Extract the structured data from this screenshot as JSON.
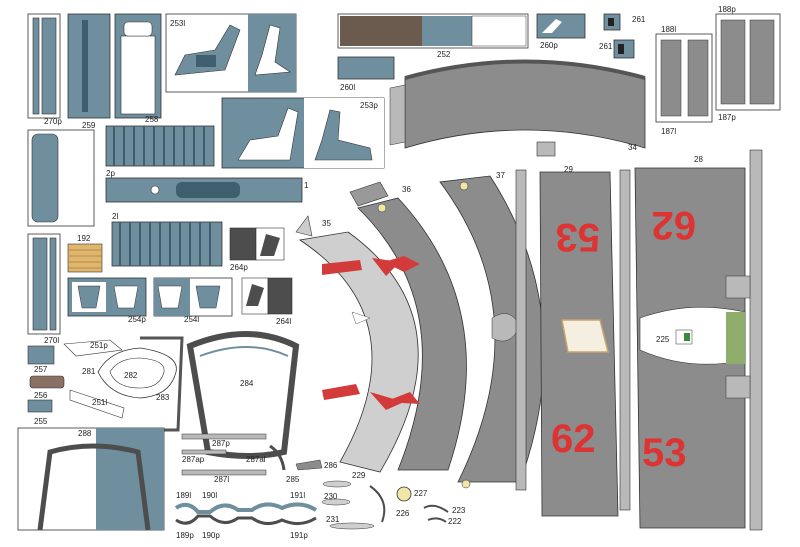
{
  "colors": {
    "blue": "#6f8f9f",
    "blue_dark": "#3f5f6f",
    "grey": "#8c8c8c",
    "grey_light": "#b9b9b9",
    "grey_dark": "#4d4d4d",
    "red": "#d33a3a",
    "outline": "#333333"
  },
  "parts": {
    "p270p": "270p",
    "p259": "259",
    "p258": "258",
    "p253l": "253l",
    "p252": "252",
    "p260p": "260p",
    "p261a": "261",
    "p261b": "261",
    "p260l": "260l",
    "p188l": "188l",
    "p188p": "188p",
    "p187l": "187l",
    "p187p": "187p",
    "p253p": "253p",
    "p34": "34",
    "p2p": "2p",
    "p1": "1",
    "p2l": "2l",
    "p192": "192",
    "p264p": "264p",
    "p254p": "254p",
    "p254l": "254l",
    "p264l": "264l",
    "p270l": "270l",
    "p35": "35",
    "p36": "36",
    "p37": "37",
    "p29": "29",
    "p28": "28",
    "p225": "225",
    "p251p": "251p",
    "p281": "281",
    "p282": "282",
    "p283": "283",
    "p284": "284",
    "p251l": "251l",
    "p257": "257",
    "p256": "256",
    "p255": "255",
    "p288": "288",
    "p287p": "287p",
    "p287ap": "287ap",
    "p287al": "287al",
    "p287l": "287l",
    "p285": "285",
    "p286": "286",
    "p229": "229",
    "p230": "230",
    "p231": "231",
    "p227": "227",
    "p226": "226",
    "p223": "223",
    "p222": "222",
    "p189l": "189l",
    "p190l": "190l",
    "p191l": "191l",
    "p189p": "189p",
    "p190p": "190p",
    "p191p": "191p"
  },
  "deck_numbers": {
    "n53_top": "53",
    "n62_top": "62",
    "n62_bottom": "62",
    "n53_bottom": "53"
  }
}
